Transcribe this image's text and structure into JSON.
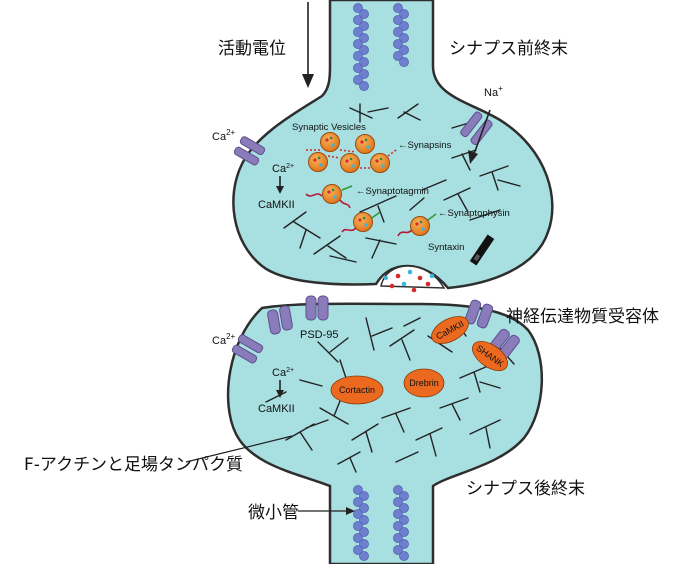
{
  "labels": {
    "action_potential": "活動電位",
    "presynaptic_terminal": "シナプス前終末",
    "na_ion": "Na",
    "na_sup": "+",
    "ca_pre": "Ca",
    "ca_pre_sup": "2+",
    "ca_pre_inner": "Ca",
    "ca_pre_inner_sup": "2+",
    "camkii_pre": "CaMKII",
    "synaptic_vesicles": "Synaptic Vesicles",
    "synapsins": "←Synapsins",
    "synaptotagmin": "←Synaptotagmin",
    "synaptophysin": "←Synaptophysin",
    "syntaxin": "Syntaxin",
    "receptor": "神経伝達物質受容体",
    "psd95": "PSD-95",
    "ca_post": "Ca",
    "ca_post_sup": "2+",
    "ca_post_inner": "Ca",
    "ca_post_inner_sup": "2+",
    "camkii_post": "CaMKII",
    "factin": "F-アクチンと足場タンパク質",
    "microtubule": "微小管",
    "postsynaptic_terminal": "シナプス後終末"
  },
  "ovals": {
    "camkii": "CaMKII",
    "shank": "SHANK",
    "cortactin": "Cortactin",
    "drebrin": "Drebrin"
  },
  "colors": {
    "cytoplasm": "#a8dfe0",
    "outline": "#2e2e2e",
    "channel": "#8a7cba",
    "channel_dark": "#5e4f8f",
    "microtubule": "#6f7fcf",
    "vesicle": "#e8891f",
    "oval": "#ec6a1f",
    "actin": "#222222"
  }
}
